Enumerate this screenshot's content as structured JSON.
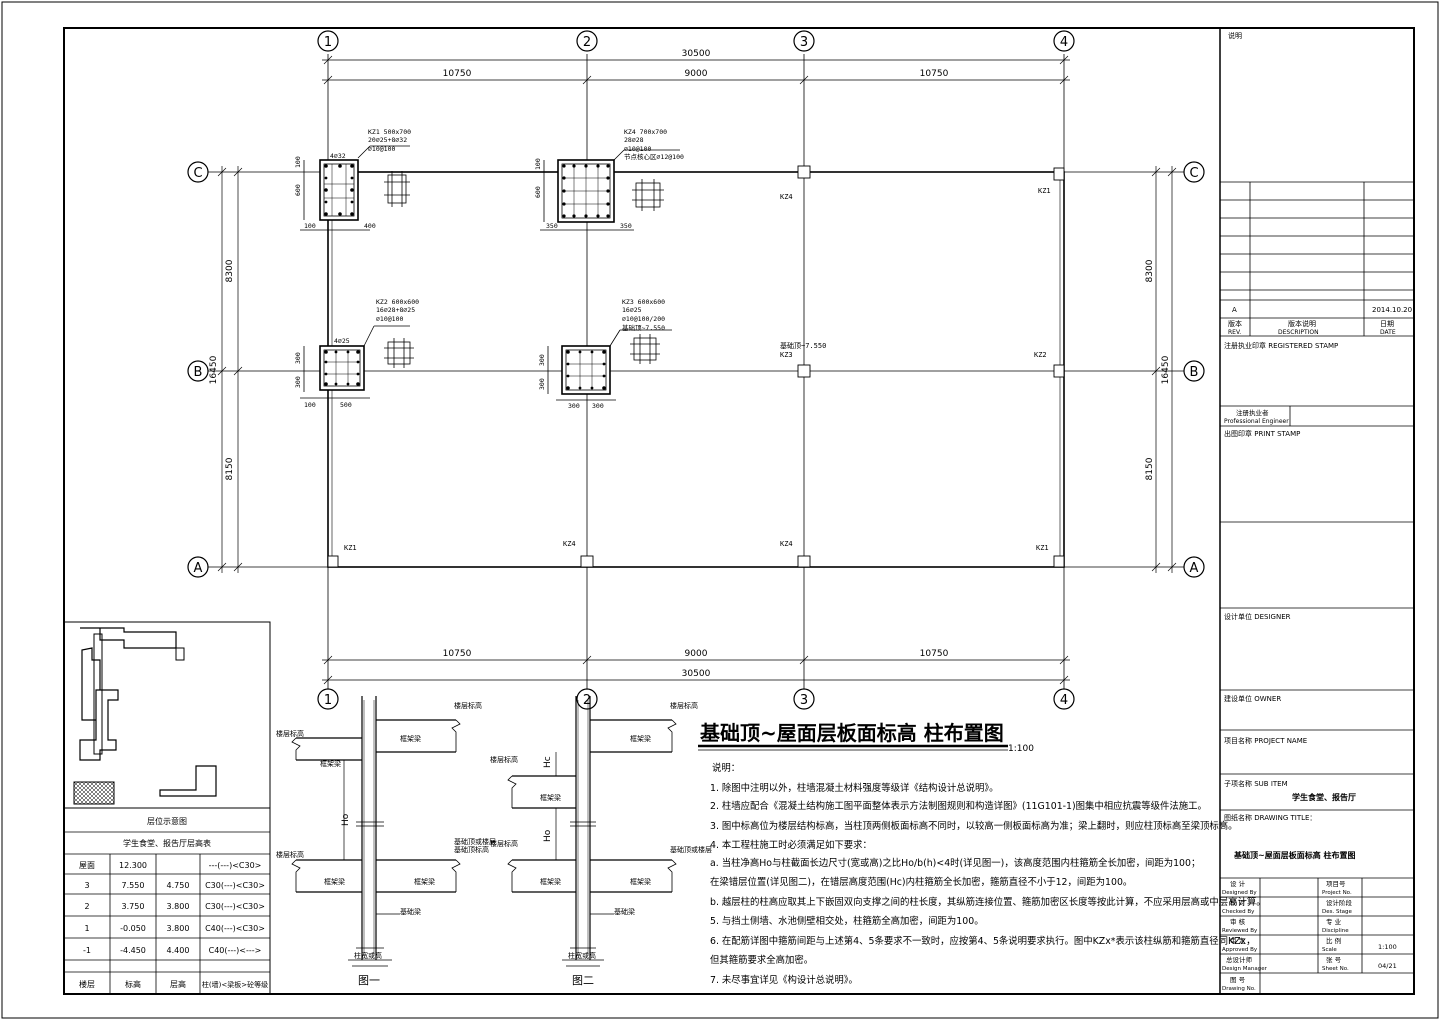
{
  "axes": {
    "columns": [
      "1",
      "2",
      "3",
      "4"
    ],
    "rows": [
      "C",
      "B",
      "A"
    ],
    "x_spans": [
      "10750",
      "9000",
      "10750"
    ],
    "x_total": "30500",
    "y_spans": [
      "8300",
      "8150"
    ],
    "y_total": "16450"
  },
  "plan_markers": {
    "c1": "KZ4",
    "c2": "KZ1",
    "b1": "基础顶~7.550",
    "b2": "KZ3",
    "b3": "KZ2",
    "a1": "KZ1",
    "a2": "KZ4",
    "a3": "KZ4",
    "a4": "KZ1"
  },
  "details": {
    "kz1": {
      "title": "KZ1 500x700",
      "l1": "20⌀25+8⌀32",
      "l2": "⌀10@100",
      "bar": "4⌀32",
      "dim_h": "600",
      "dim_top": "100",
      "dim_a": "100",
      "dim_b": "400"
    },
    "kz4": {
      "title": "KZ4 700x700",
      "l1": "28⌀28",
      "l2": "⌀10@100",
      "l3": "节点核心区⌀12@100",
      "dim_h": "600",
      "dim_top": "100",
      "dim_a": "350",
      "dim_b": "350"
    },
    "kz2": {
      "title": "KZ2 600x600",
      "l1": "16⌀28+8⌀25",
      "l2": "⌀10@100",
      "bar": "4⌀25",
      "dim_h1": "300",
      "dim_h2": "300",
      "dim_a": "100",
      "dim_b": "500"
    },
    "kz3": {
      "title": "KZ3 600x600",
      "l1": "16⌀25",
      "l2": "⌀10@100/200",
      "l3": "基础顶~7.550",
      "dim_h1": "300",
      "dim_h2": "300",
      "dim_a": "300",
      "dim_b": "300"
    }
  },
  "drawing": {
    "title": "基础顶~屋面层板面标高 柱布置图",
    "scale": "1:100"
  },
  "notes": {
    "heading": "说明：",
    "lines": [
      "1. 除图中注明以外，柱墙混凝土材料强度等级详《结构设计总说明》。",
      "2. 柱墙应配合《混凝土结构施工图平面整体表示方法制图规则和构造详图》(11G101-1)图集中相应抗震等级件法施工。",
      "3. 图中标高位为楼层结构标高，当柱顶两侧板面标高不同时，以较高一侧板面标高为准；梁上翻时，则应柱顶标高至梁顶标高。",
      "4. 本工程柱施工时必须满足如下要求：",
      "a. 当柱净高Ho与柱截面长边尺寸(宽或高)之比Ho/b(h)<4时(详见图一)，该高度范围内柱箍筋全长加密，间距为100；",
      "   在梁错层位置(详见图二)，在错层高度范围(Hc)内柱箍筋全长加密，箍筋直径不小于12，间距为100。",
      "b. 越层柱的柱高应取其上下嵌固双向支撑之间的柱长度，其纵筋连接位置、箍筋加密区长度等按此计算，不应采用层高或中层高计算。",
      "5. 与挡土侧墙、水池侧壁相交处，柱箍筋全高加密，间距为100。",
      "6. 在配筋详图中箍筋间距与上述第4、5条要求不一致时，应按第4、5条说明要求执行。图中KZx*表示该柱纵筋和箍筋直径同KZx，",
      "   但其箍筋要求全高加密。",
      "7. 未尽事宜详见《构设计总说明》。"
    ]
  },
  "figures": {
    "fig1": {
      "caption": "图一",
      "base_label": "柱宽或高",
      "ho": "Ho",
      "labels": [
        "楼层标高",
        "楼层标高",
        "框架梁",
        "框架梁",
        "框架梁",
        "楼层标高",
        "基础顶或楼层",
        "基础顶标高",
        "框架梁",
        "框架梁",
        "基础梁"
      ]
    },
    "fig2": {
      "caption": "图二",
      "base_label": "柱宽或高",
      "hc": "Hc",
      "ho": "Ho",
      "labels": [
        "楼层标高",
        "楼层标高",
        "框架梁",
        "框架梁",
        "楼层标高",
        "楼层标高",
        "框架梁",
        "基础顶或楼层",
        "基础顶标高",
        "框架梁",
        "框架梁",
        "基础梁"
      ]
    }
  },
  "floors": {
    "title": "层位示意图",
    "subtitle": "学生食堂、报告厅层高表",
    "rows": [
      {
        "floor": "屋面",
        "elev": "12.300",
        "height": "",
        "grade": "---(---)<C30>"
      },
      {
        "floor": "3",
        "elev": "7.550",
        "height": "4.750",
        "grade": "C30(---)<C30>"
      },
      {
        "floor": "2",
        "elev": "3.750",
        "height": "3.800",
        "grade": "C30(---)<C30>"
      },
      {
        "floor": "1",
        "elev": "-0.050",
        "height": "3.800",
        "grade": "C40(---)<C30>"
      },
      {
        "floor": "-1",
        "elev": "-4.450",
        "height": "4.400",
        "grade": "C40(---)<--->"
      }
    ],
    "headers": {
      "floor": "楼层",
      "elev": "标高",
      "height": "层高",
      "grade": "柱(墙)<梁板>砼等级"
    }
  },
  "title_block": {
    "notes_label": "说明",
    "rev_letter": "A",
    "rev_date": "2014.10.20",
    "rev_h1": "版本",
    "rev_h1e": "REV.",
    "rev_h2": "版本说明",
    "rev_h2e": "DESCRIPTION",
    "rev_h3": "日期",
    "rev_h3e": "DATE",
    "registered": "注册执业印章  REGISTERED STAMP",
    "pro_eng": "注册执业者",
    "pro_eng_e": "Professional Engineer",
    "print_stamp": "出图印章    PRINT STAMP",
    "designer": "设计单位    DESIGNER",
    "owner": "建设单位    OWNER",
    "project": "项目名称    PROJECT NAME",
    "sub_item": "子项名称    SUB ITEM",
    "sub_item_value": "学生食堂、报告厅",
    "drawing_title": "图纸名称    DRAWING TITLE：",
    "drawing_title_value": "基础顶~屋面层板面标高 柱布置图",
    "sign_rows": [
      {
        "cn": "设 计",
        "en": "Designed By",
        "cn2": "项目号",
        "en2": "Project No.",
        "val": ""
      },
      {
        "cn": "校 对",
        "en": "Checked By",
        "cn2": "设计阶段",
        "en2": "Des. Stage",
        "val": ""
      },
      {
        "cn": "审 核",
        "en": "Reviewed By",
        "cn2": "专 业",
        "en2": "Discipline",
        "val": ""
      },
      {
        "cn": "审 定",
        "en": "Approved By",
        "cn2": "比 例",
        "en2": "Scale",
        "val": "1:100"
      },
      {
        "cn": "总设计师",
        "en": "Design Manager",
        "cn2": "张 号",
        "en2": "Sheet No.",
        "val": "04/21"
      },
      {
        "cn": "图 号",
        "en": "Drawing No.",
        "cn2": "",
        "en2": "",
        "val": ""
      }
    ]
  }
}
